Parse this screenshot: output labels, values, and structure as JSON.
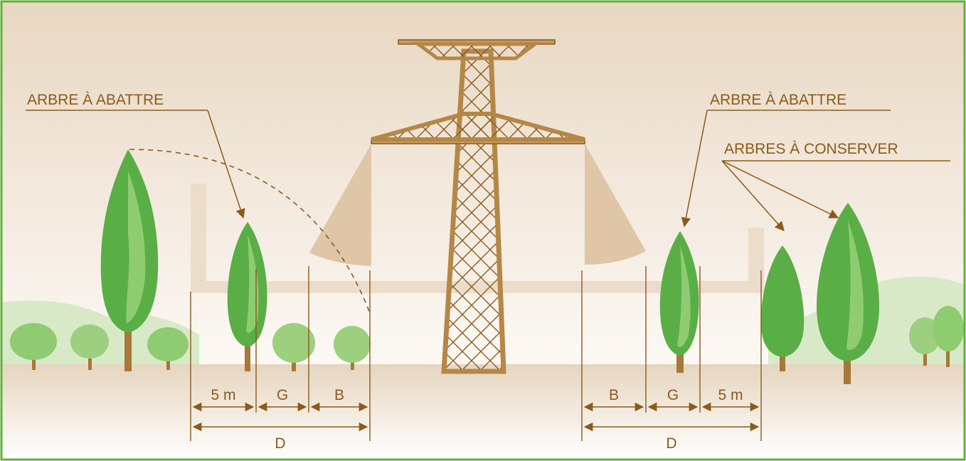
{
  "labels": {
    "left_tree_cut": "ARBRE À ABATTRE",
    "right_tree_cut": "ARBRE À ABATTRE",
    "trees_keep": "ARBRES À CONSERVER"
  },
  "dimensions": {
    "left": {
      "five_m": "5 m",
      "g": "G",
      "b": "B",
      "d": "D"
    },
    "right": {
      "b": "B",
      "g": "G",
      "five_m": "5 m",
      "d": "D"
    }
  },
  "colors": {
    "frame": "#5fb23a",
    "brown": "#8b5a1b",
    "tower": "#c69a5c",
    "ground": "#e8d7c1",
    "tree_dark": "#5aae46",
    "tree_light": "#9ccf7e"
  }
}
